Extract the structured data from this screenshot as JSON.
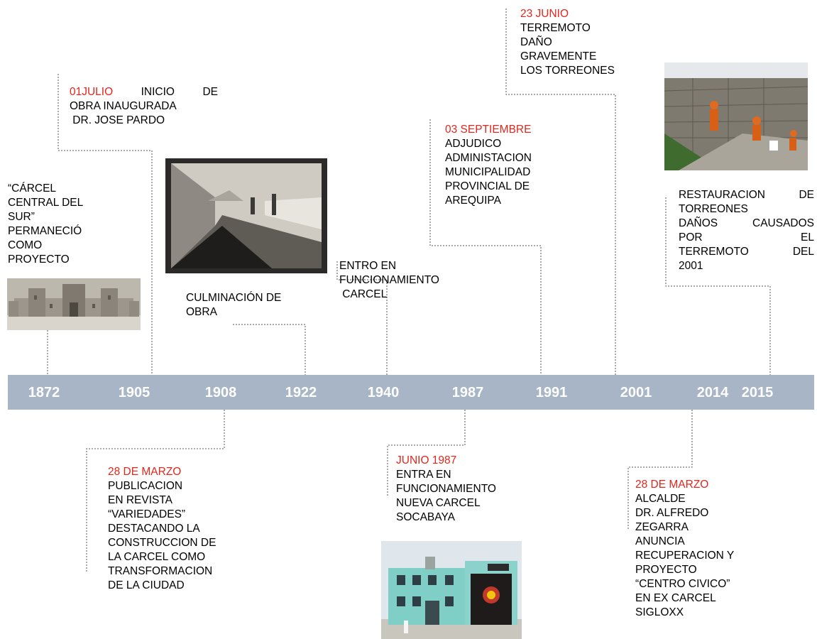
{
  "years": [
    "1872",
    "1905",
    "1908",
    "1922",
    "1940",
    "1987",
    "1991",
    "2001",
    "2014",
    "2015"
  ],
  "events": {
    "e1872": {
      "lines": [
        "“CÁRCEL",
        "CENTRAL DEL",
        "SUR”",
        "PERMANECIÓ",
        "COMO",
        "PROYECTO"
      ]
    },
    "e1905": {
      "date": "01JULIO",
      "line1_rest": [
        "INICIO",
        "DE"
      ],
      "lines": [
        "OBRA INAUGURADA",
        " DR. JOSE PARDO"
      ]
    },
    "e1908": {
      "date": "28 DE MARZO",
      "lines": [
        "PUBLICACION",
        "EN REVISTA",
        "“VARIEDADES”",
        "DESTACANDO LA",
        "CONSTRUCCION DE",
        "LA CARCEL COMO",
        "TRANSFORMACION",
        "DE LA CIUDAD"
      ]
    },
    "e1922": {
      "lines": [
        "CULMINACIÓN DE",
        "OBRA"
      ]
    },
    "e1940": {
      "lines": [
        "ENTRO EN",
        "FUNCIONAMIENTO",
        " CARCEL"
      ]
    },
    "e1987": {
      "date": "JUNIO 1987",
      "lines": [
        "ENTRA EN",
        "FUNCIONAMIENTO",
        "NUEVA CARCEL",
        "SOCABAYA"
      ]
    },
    "e1991": {
      "date": "03 SEPTIEMBRE",
      "lines": [
        "ADJUDICO",
        "ADMINISTACION",
        "MUNICIPALIDAD",
        "PROVINCIAL DE",
        "AREQUIPA"
      ]
    },
    "e2001": {
      "date": "23 JUNIO",
      "lines": [
        "TERREMOTO",
        "DAÑO",
        "GRAVEMENTE",
        "LOS TORREONES"
      ]
    },
    "e2014": {
      "date": "28 DE MARZO",
      "lines": [
        "ALCALDE",
        "DR. ALFREDO",
        "ZEGARRA",
        "ANUNCIA",
        "RECUPERACION Y",
        "PROYECTO",
        "“CENTRO CIVICO”",
        "EN EX CARCEL",
        "SIGLOXX"
      ]
    },
    "e2015": {
      "lines": [
        "RESTAURACION DE",
        "TORREONES",
        "DAÑOS CAUSADOS",
        "POR EL",
        "TERREMOTO DEL",
        "2001"
      ]
    }
  },
  "colors": {
    "bar": "#a8b5c6",
    "date_red": "#e3261c",
    "year_text": "#ffffff",
    "connector": "#555555"
  },
  "photos": [
    "castle-model-photo",
    "old-street-photo",
    "new-prison-photo",
    "restoration-photo"
  ]
}
